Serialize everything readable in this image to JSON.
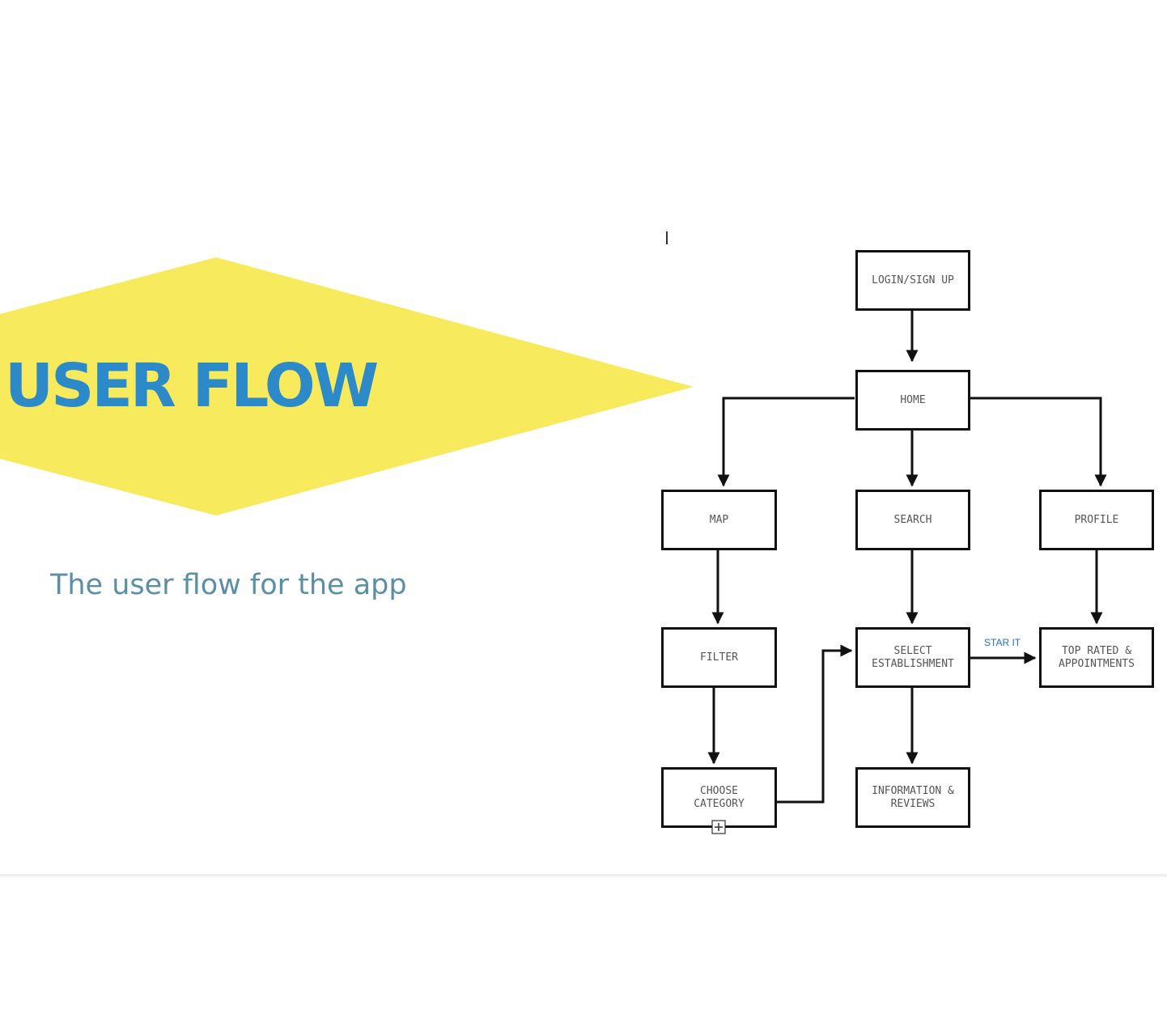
{
  "slide": {
    "title": "USER FLOW",
    "subtitle": "The user flow for the app",
    "colors": {
      "accent_shape": "#f7ea5c",
      "title": "#2d8ac8",
      "subtitle": "#5b8fa6",
      "edge_label": "#2a6bc0"
    }
  },
  "flowchart": {
    "nodes": {
      "login": "LOGIN/SIGN UP",
      "home": "HOME",
      "map": "MAP",
      "search": "SEARCH",
      "profile": "PROFILE",
      "filter": "FILTER",
      "select": "SELECT\nESTABLISHMENT",
      "top": "TOP RATED &\nAPPOINTMENTS",
      "category": "CHOOSE\nCATEGORY",
      "info": "INFORMATION &\nREVIEWS"
    },
    "edges": [
      {
        "from": "login",
        "to": "home"
      },
      {
        "from": "home",
        "to": "map"
      },
      {
        "from": "home",
        "to": "search"
      },
      {
        "from": "home",
        "to": "profile"
      },
      {
        "from": "map",
        "to": "filter"
      },
      {
        "from": "search",
        "to": "select"
      },
      {
        "from": "profile",
        "to": "top"
      },
      {
        "from": "filter",
        "to": "category"
      },
      {
        "from": "category",
        "to": "select"
      },
      {
        "from": "select",
        "to": "top",
        "label": "STAR IT"
      },
      {
        "from": "select",
        "to": "info"
      }
    ],
    "edge_labels": {
      "star_it": "STAR IT"
    },
    "icons": {
      "expand": "plus-square-icon"
    }
  }
}
